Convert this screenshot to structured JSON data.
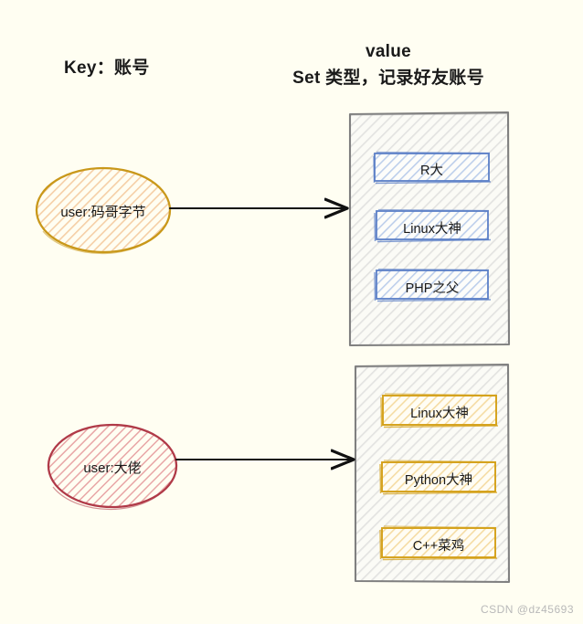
{
  "background_color": "#fffef2",
  "headings": {
    "key_label": "Key：账号",
    "value_title": "value",
    "value_subtitle": "Set 类型，记录好友账号"
  },
  "colors": {
    "ellipse_orange_stroke": "#c9981a",
    "ellipse_orange_fill": "#f5cfa6",
    "ellipse_red_stroke": "#b03a48",
    "ellipse_red_fill": "#e8a6a6",
    "container_stroke": "#808080",
    "container_fill": "#e9e9ea",
    "item_blue_stroke": "#5b7fc7",
    "item_blue_fill": "#b9cbe8",
    "item_gold_stroke": "#d4a017",
    "item_gold_fill": "#f3d79a",
    "arrow_stroke": "#111111",
    "text": "#1a1a1a",
    "watermark": "#b9b9b9"
  },
  "keys": [
    {
      "id": "key-user-magebyte",
      "label": "user:码哥字节",
      "accent": "orange",
      "value_items": [
        {
          "label": "R大"
        },
        {
          "label": "Linux大神"
        },
        {
          "label": "PHP之父"
        }
      ]
    },
    {
      "id": "key-user-dalao",
      "label": "user:大佬",
      "accent": "red",
      "value_items": [
        {
          "label": "Linux大神"
        },
        {
          "label": "Python大神"
        },
        {
          "label": "C++菜鸡"
        }
      ]
    }
  ],
  "arrows": [
    {
      "from": "key-user-magebyte",
      "to": "value-set-0"
    },
    {
      "from": "key-user-dalao",
      "to": "value-set-1"
    }
  ],
  "watermark": "CSDN @dz45693"
}
